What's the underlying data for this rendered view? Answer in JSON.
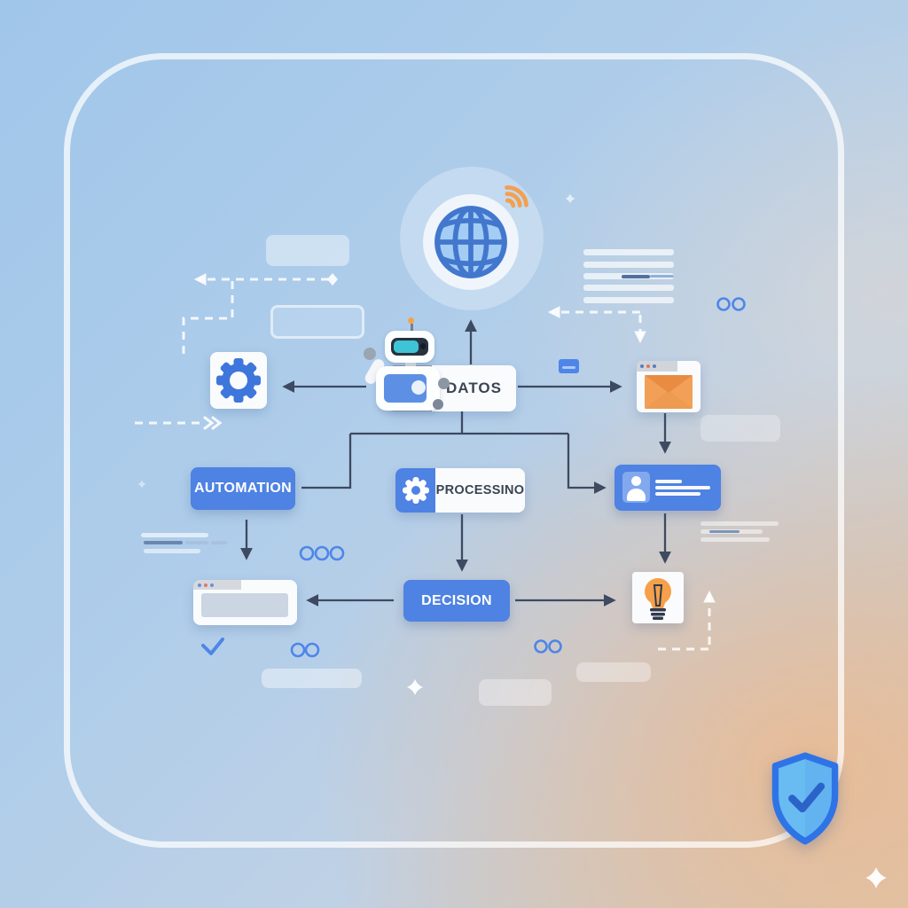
{
  "nodes": {
    "datos": {
      "label": "DATOS"
    },
    "automation": {
      "label": "AUTOMATION"
    },
    "processing": {
      "label": "PROCESSINO"
    },
    "decision": {
      "label": "DECISION"
    }
  },
  "icons": {
    "globe": "globe-network-icon",
    "wifi": "wifi-signal-icon",
    "robot": "robot-mascot-icon",
    "gear": "gear-icon",
    "envelope": "email-envelope-icon",
    "id_card": "user-profile-card-icon",
    "browser": "browser-window-icon",
    "lightbulb": "lightbulb-icon",
    "shield": "shield-check-icon",
    "checkmark": "checkmark-icon",
    "sparkle": "sparkle-icon"
  },
  "colors": {
    "node_blue": "#4E82E3",
    "avatar_blue": "#82A8EE",
    "gear_blue": "#3E76DC",
    "globe_blue": "#4377CE",
    "connector_navy": "#3D4A61",
    "orange_accent": "#F09B4B",
    "teal_screen": "#3FC3D6",
    "shield_fill": "#69BCF2",
    "shield_stroke": "#2F74E6",
    "check_blue": "#4E86E8",
    "bg_top_left": "#A0C6EA",
    "bg_bottom_right": "#E7C5A5",
    "frame_white": "rgba(255,255,255,0.72)"
  }
}
